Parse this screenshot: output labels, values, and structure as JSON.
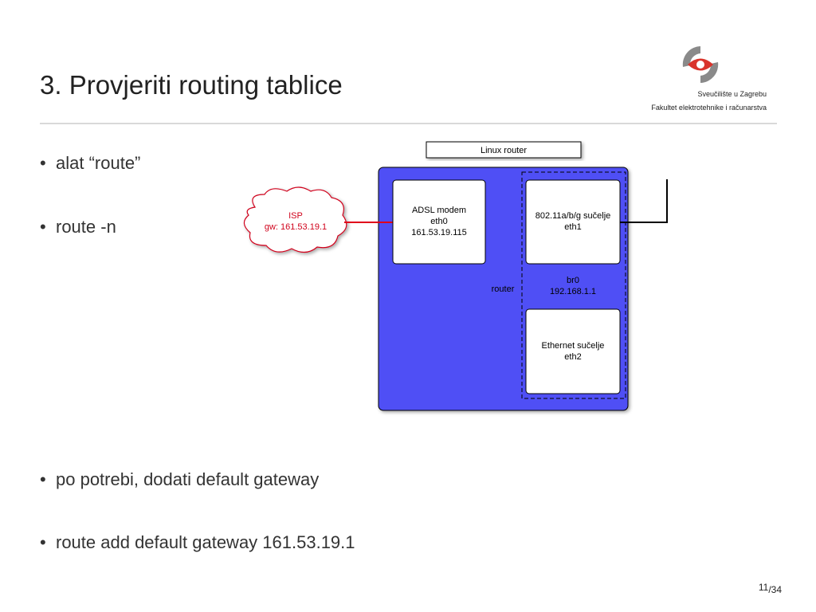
{
  "slide": {
    "title": "3. Provjeriti routing tablice",
    "university": "Sveučilište u Zagrebu",
    "faculty": "Fakultet elektrotehnike i računarstva",
    "bullets_top": [
      "alat “route”",
      "route -n"
    ],
    "bullets_bottom": [
      "po potrebi, dodati default gateway",
      "route add default gateway 161.53.19.1"
    ],
    "bullet_glyph": "•",
    "page_current": "11",
    "page_total": "/34"
  },
  "diagram": {
    "header": "Linux router",
    "isp": {
      "line1": "ISP",
      "line2": "gw: 161.53.19.1"
    },
    "adsl": {
      "line1": "ADSL modem",
      "line2": "eth0",
      "line3": "161.53.19.115"
    },
    "router_label": "router",
    "wifi": {
      "line1": "802.11a/b/g sučelje",
      "line2": "eth1"
    },
    "bridge": {
      "line1": "br0",
      "line2": "192.168.1.1"
    },
    "ethernet": {
      "line1": "Ethernet sučelje",
      "line2": "eth2"
    }
  },
  "colors": {
    "router_fill": "#5050f5",
    "isp_text": "#d0021b",
    "isp_link": "#e0001b",
    "logo_red": "#d9342b",
    "logo_grey": "#8a8a8a"
  }
}
